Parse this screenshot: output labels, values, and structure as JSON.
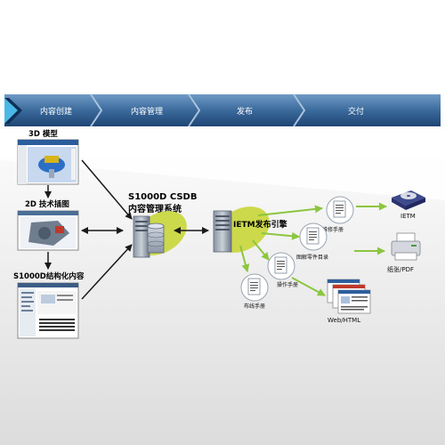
{
  "stages": [
    "内容创建",
    "内容管理",
    "发布",
    "交付"
  ],
  "sources": {
    "model3d": "3D 模型",
    "illustration2d": "2D 技术插图",
    "structured": "S1000D结构化内容"
  },
  "csdb": {
    "line1": "S1000D CSDB",
    "line2": "内容管理系统"
  },
  "engine": "IETM发布引擎",
  "manuals": {
    "maintenance": "维修手册",
    "ipc": "图解零件目录",
    "operation": "操作手册",
    "wiring": "布线手册"
  },
  "outputs": {
    "ietm": "IETM",
    "paper": "纸张/PDF",
    "web": "Web/HTML"
  },
  "colors": {
    "banner_light": "#4f7fae",
    "banner_dark": "#1e4775",
    "accent_cyan": "#4ab8e6",
    "arrow_green": "#8cc63f",
    "highlight_yellow": "#ccd94a"
  }
}
